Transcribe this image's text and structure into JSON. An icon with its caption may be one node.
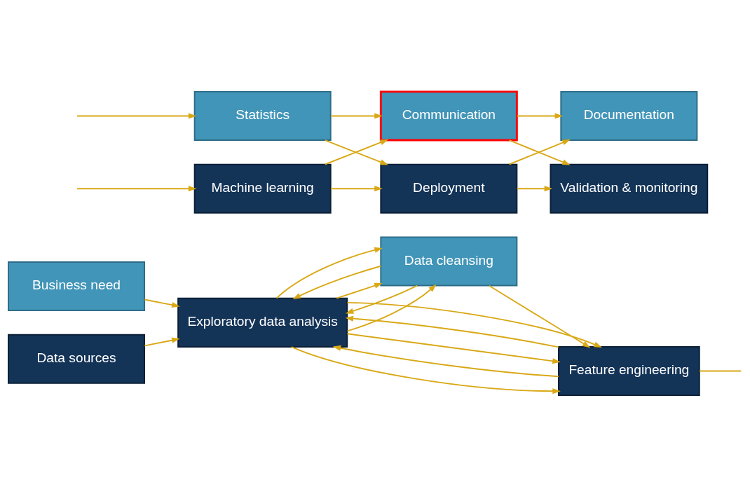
{
  "diagram": {
    "nodes": [
      {
        "text": [
          "Business need"
        ]
      },
      {
        "text": [
          "Exploratory data analysis"
        ]
      },
      {
        "text": [
          "Data sources"
        ]
      },
      {
        "text": [
          "Data cleansing"
        ]
      },
      {
        "text": [
          "Feature engineering"
        ]
      },
      {
        "text": [
          "Documentation"
        ]
      },
      {
        "text": [
          "Communication"
        ]
      },
      {
        "text": [
          "Statistics"
        ]
      },
      {
        "text": [
          "Validation & monitoring"
        ]
      },
      {
        "text": [
          "Deployment"
        ]
      },
      {
        "text": [
          "Machine learning"
        ]
      }
    ],
    "edges": [
      {
        "from": 0,
        "to": 1,
        "arrow": "to"
      },
      {
        "from": 2,
        "to": 1,
        "arrow": "to"
      },
      {
        "from": 1,
        "to": 3,
        "arrow": "to"
      },
      {
        "from": 3,
        "to": 1,
        "arrow": "to"
      },
      {
        "from": 1,
        "to": 3,
        "arrow": "to"
      },
      {
        "from": 3,
        "to": 1,
        "arrow": "to"
      },
      {
        "from": 1,
        "to": 3,
        "arrow": "to"
      },
      {
        "from": 1,
        "to": 4,
        "arrow": "to"
      },
      {
        "from": 4,
        "to": 1,
        "arrow": "to"
      },
      {
        "from": 1,
        "to": 4,
        "arrow": "to"
      },
      {
        "from": 4,
        "to": 1,
        "arrow": "to"
      },
      {
        "from": 1,
        "to": 4,
        "arrow": "to"
      },
      {
        "from": 3,
        "to": 4,
        "arrow": "to"
      },
      {
        "from": 4,
        "to": null,
        "arrow": "none"
      },
      {
        "from": null,
        "to": 7,
        "arrow": "to"
      },
      {
        "from": null,
        "to": 10,
        "arrow": "to"
      },
      {
        "from": 7,
        "to": 6,
        "arrow": "to"
      },
      {
        "from": 7,
        "to": 9,
        "arrow": "to"
      },
      {
        "from": 10,
        "to": 6,
        "arrow": "to"
      },
      {
        "from": 10,
        "to": 9,
        "arrow": "to"
      },
      {
        "from": 6,
        "to": 5,
        "arrow": "to"
      },
      {
        "from": 6,
        "to": 8,
        "arrow": "to"
      },
      {
        "from": 9,
        "to": 5,
        "arrow": "to"
      },
      {
        "from": 9,
        "to": 8,
        "arrow": "to"
      }
    ]
  }
}
